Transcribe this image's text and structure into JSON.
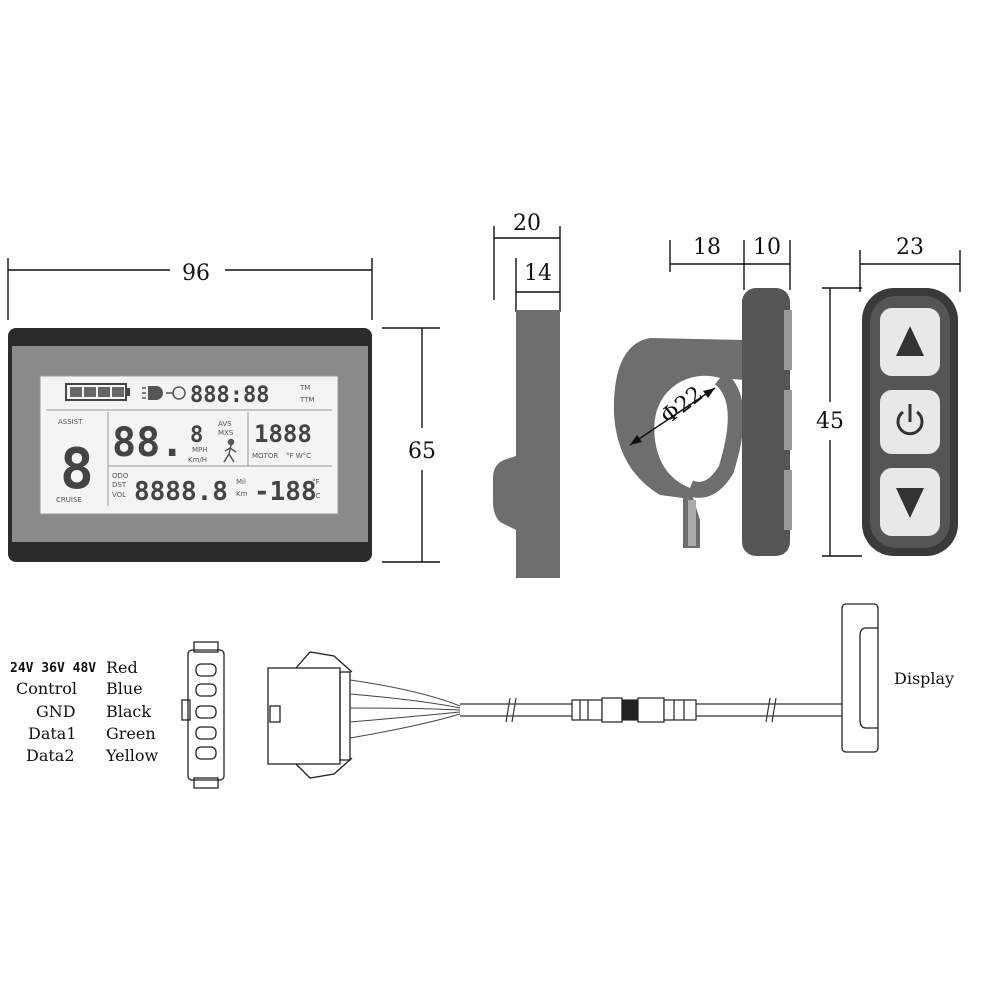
{
  "dimensions": {
    "display_width": "96",
    "display_height": "65",
    "side_depth_outer": "20",
    "side_depth_inner": "14",
    "clamp_width_a": "18",
    "clamp_width_b": "10",
    "clamp_diameter": "Φ22",
    "remote_width": "23",
    "remote_height": "45"
  },
  "lcd": {
    "time_digits": "888:88",
    "tm": "TM",
    "ttm": "TTM",
    "assist": "ASSIST",
    "assist_digit": "8",
    "cruise": "CRUISE",
    "speed_digits": "88.",
    "speed_small": "8",
    "avs": "AVS",
    "mxs": "MXS",
    "mph": "MPH",
    "kmh": "Km/H",
    "power_digits": "1888",
    "motor": "MOTOR",
    "temp_units": "°F W°C",
    "odo": "ODO",
    "dst": "DST",
    "vol": "VOL",
    "odo_digits": "8888.8",
    "mil": "Mil",
    "km": "Km",
    "temp_digits": "-188",
    "deg_f": "°F",
    "deg_c": "°C"
  },
  "wiring": {
    "voltage_label": "24V 36V 48V",
    "rows": [
      {
        "signal": "Control",
        "color": "Blue"
      },
      {
        "signal": "GND",
        "color": "Black"
      },
      {
        "signal": "Data1",
        "color": "Green"
      },
      {
        "signal": "Data2",
        "color": "Yellow"
      }
    ],
    "voltage_color": "Red",
    "display_label": "Display"
  },
  "icons": [
    "battery-icon",
    "headlight-icon",
    "walk-assist-icon",
    "up-arrow-icon",
    "power-icon",
    "down-arrow-icon"
  ]
}
